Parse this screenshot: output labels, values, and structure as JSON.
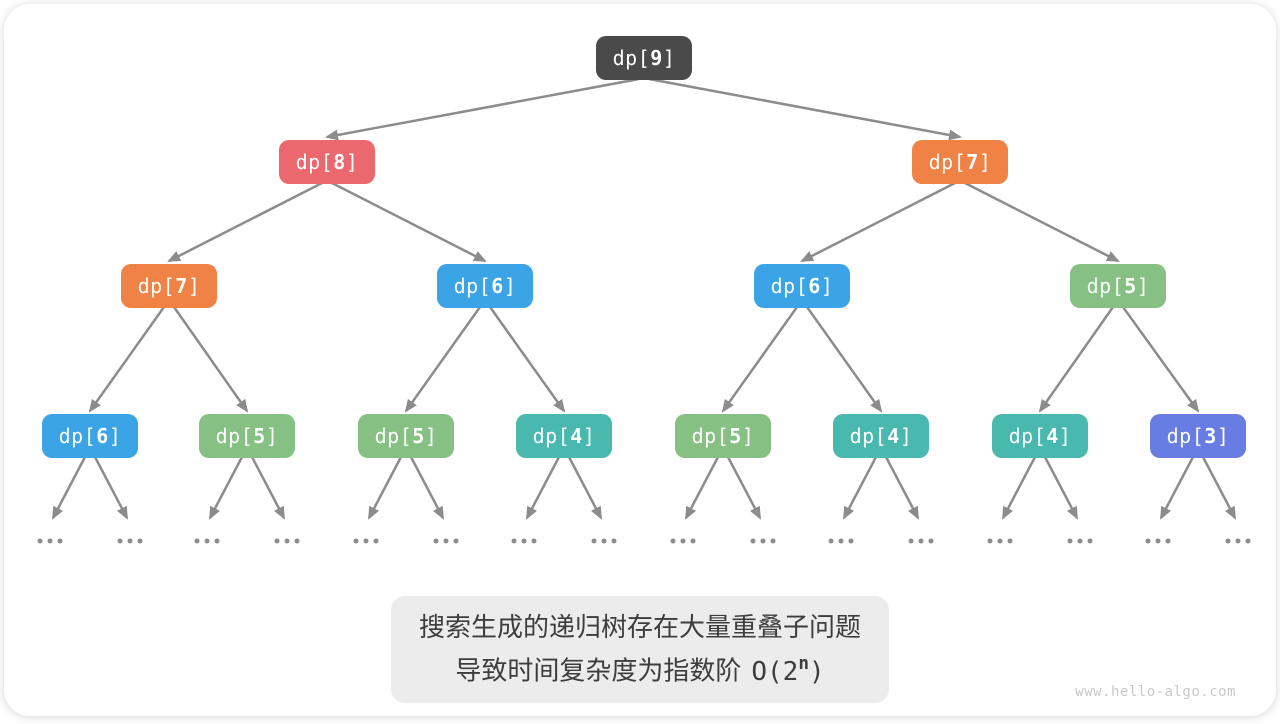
{
  "colors": {
    "dark": "#4a4a4a",
    "red": "#eb696e",
    "orange": "#f08246",
    "blue": "#3aa4e6",
    "green": "#86c183",
    "teal": "#49b8ae",
    "purple": "#687de3",
    "arrow": "#8c8c8c"
  },
  "tree": {
    "levels": [
      [
        {
          "label": "dp[9]",
          "color": "dark"
        }
      ],
      [
        {
          "label": "dp[8]",
          "color": "red"
        },
        {
          "label": "dp[7]",
          "color": "orange"
        }
      ],
      [
        {
          "label": "dp[7]",
          "color": "orange"
        },
        {
          "label": "dp[6]",
          "color": "blue"
        },
        {
          "label": "dp[6]",
          "color": "blue"
        },
        {
          "label": "dp[5]",
          "color": "green"
        }
      ],
      [
        {
          "label": "dp[6]",
          "color": "blue"
        },
        {
          "label": "dp[5]",
          "color": "green"
        },
        {
          "label": "dp[5]",
          "color": "green"
        },
        {
          "label": "dp[4]",
          "color": "teal"
        },
        {
          "label": "dp[5]",
          "color": "green"
        },
        {
          "label": "dp[4]",
          "color": "teal"
        },
        {
          "label": "dp[4]",
          "color": "teal"
        },
        {
          "label": "dp[3]",
          "color": "purple"
        }
      ]
    ],
    "leaf_children_symbol": "..."
  },
  "caption": {
    "line1": "搜索生成的递归树存在大量重叠子问题",
    "line2_prefix": "导致时间复杂度为指数阶",
    "complexity_open": "O(2",
    "complexity_exponent": "n",
    "complexity_close": ")"
  },
  "watermark": "www.hello-algo.com"
}
